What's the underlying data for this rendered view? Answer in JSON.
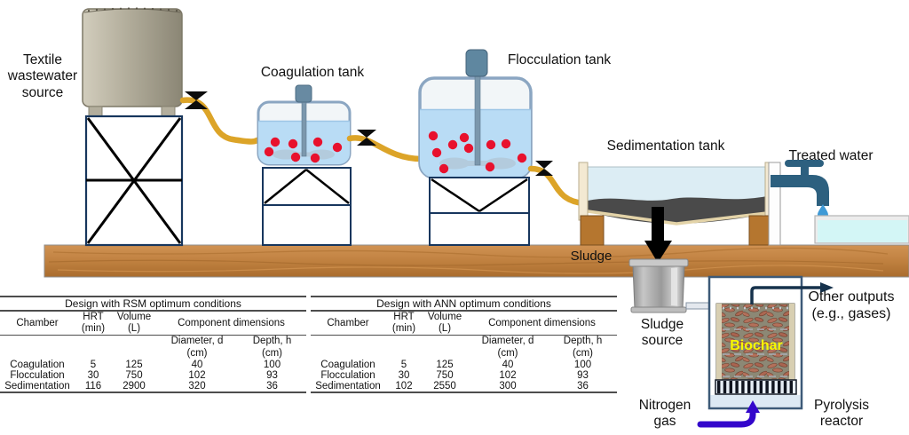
{
  "diagram": {
    "labels": {
      "textile_source": "Textile\nwastewater\nsource",
      "coagulation_tank": "Coagulation tank",
      "flocculation_tank": "Flocculation tank",
      "sedimentation_tank": "Sedimentation tank",
      "treated_water": "Treated water",
      "sludge": "Sludge",
      "sludge_source": "Sludge\nsource",
      "nitrogen_gas": "Nitrogen\ngas",
      "pyrolysis_reactor": "Pyrolysis\nreactor",
      "other_outputs": "Other outputs\n(e.g., gases)",
      "biochar": "Biochar"
    },
    "colors": {
      "tank_water": "#b9dcf5",
      "floc_dot": "#e8112d",
      "tube_yellow": "#dca428",
      "wood": "#c08140",
      "sludge_gray": "#4a4a4a",
      "faucet_teal": "#2d607f",
      "treated_water": "#d3f6f6",
      "nitrogen_arrow": "#3306cb",
      "biochar_yellow": "#f8f800"
    }
  },
  "tables": [
    {
      "title": "Design with RSM optimum conditions",
      "headers": {
        "chamber": "Chamber",
        "hrt": "HRT\n(min)",
        "volume": "Volume\n(L)",
        "component": "Component dimensions",
        "diameter": "Diameter, d\n(cm)",
        "depth": "Depth, h\n(cm)"
      },
      "rows": [
        {
          "chamber": "Coagulation",
          "hrt": "5",
          "volume": "125",
          "diameter": "40",
          "depth": "100"
        },
        {
          "chamber": "Flocculation",
          "hrt": "30",
          "volume": "750",
          "diameter": "102",
          "depth": "93"
        },
        {
          "chamber": "Sedimentation",
          "hrt": "116",
          "volume": "2900",
          "diameter": "320",
          "depth": "36"
        }
      ]
    },
    {
      "title": "Design with ANN optimum conditions",
      "headers": {
        "chamber": "Chamber",
        "hrt": "HRT\n(min)",
        "volume": "Volume\n(L)",
        "component": "Component dimensions",
        "diameter": "Diameter, d\n(cm)",
        "depth": "Depth, h\n(cm)"
      },
      "rows": [
        {
          "chamber": "Coagulation",
          "hrt": "5",
          "volume": "125",
          "diameter": "40",
          "depth": "100"
        },
        {
          "chamber": "Flocculation",
          "hrt": "30",
          "volume": "750",
          "diameter": "102",
          "depth": "93"
        },
        {
          "chamber": "Sedimentation",
          "hrt": "102",
          "volume": "2550",
          "diameter": "300",
          "depth": "36"
        }
      ]
    }
  ]
}
